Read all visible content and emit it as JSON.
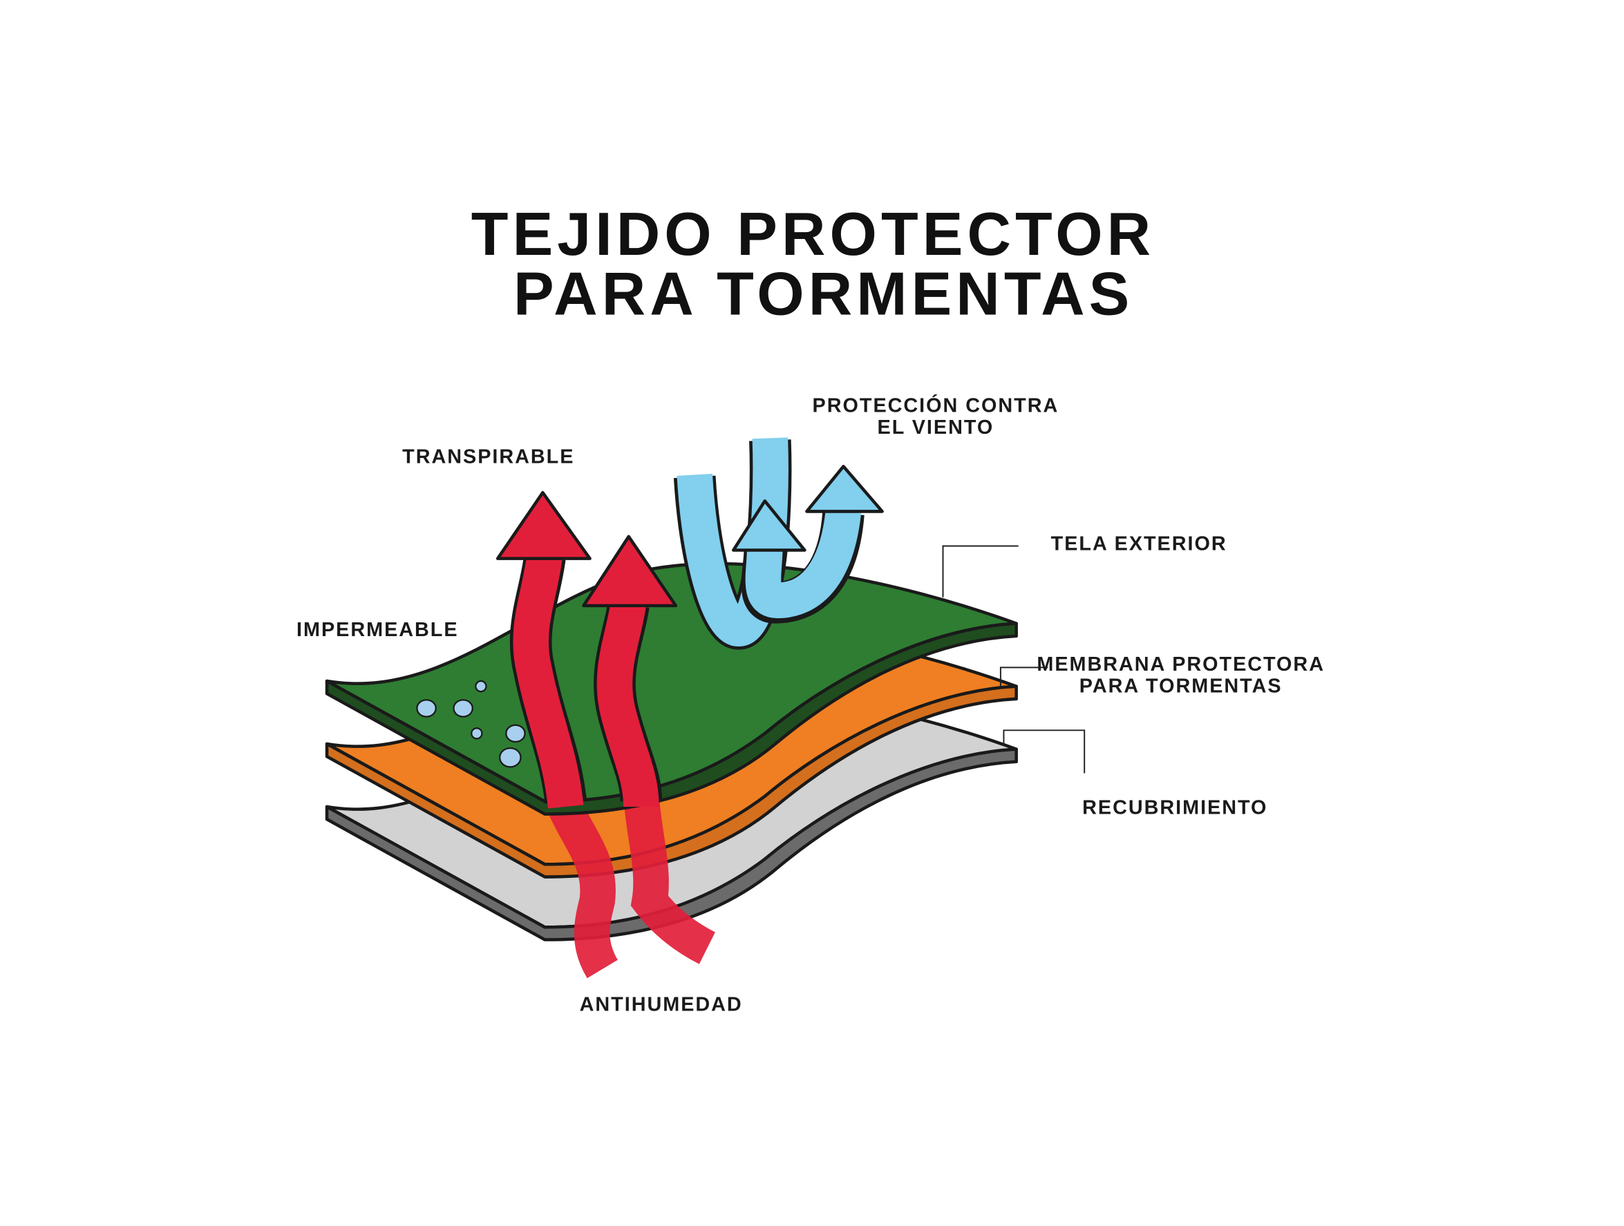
{
  "title": {
    "line1": "TEJIDO PROTECTOR",
    "line2": "PARA TORMENTAS"
  },
  "labels": {
    "transpirable": "TRANSPIRABLE",
    "viento_line1": "PROTECCIÓN CONTRA",
    "viento_line2": "EL VIENTO",
    "tela_exterior": "TELA EXTERIOR",
    "impermeable": "IMPERMEABLE",
    "membrana_line1": "MEMBRANA PROTECTORA",
    "membrana_line2": "PARA TORMENTAS",
    "recubrimiento": "RECUBRIMIENTO",
    "antihumedad": "ANTIHUMEDAD"
  },
  "colors": {
    "outer_fabric": "#2e7d32",
    "outer_fabric_edge": "#1f4d1f",
    "membrane": "#ef7f22",
    "membrane_edge": "#c4661a",
    "coating": "#d2d2d2",
    "coating_edge": "#6b6b6b",
    "vapor_arrow": "#e21f3a",
    "wind_arrow": "#82cfee",
    "droplet": "#a9cfee"
  }
}
